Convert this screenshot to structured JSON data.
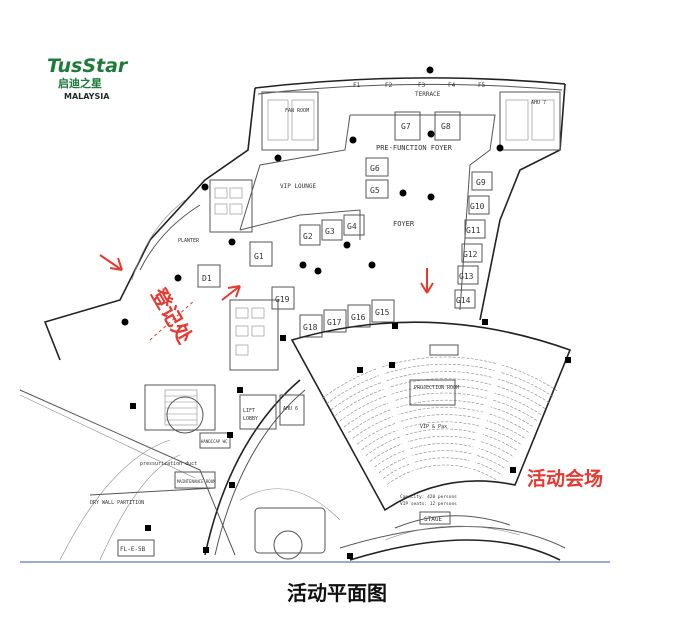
{
  "logo": {
    "brand": "TusStar",
    "chinese": "启迪之星",
    "country": "MALAYSIA",
    "color": "#1f7a3a"
  },
  "caption": "活动平面图",
  "annotations": {
    "registration": "登记处",
    "event_venue": "活动会场",
    "color": "#e8382f"
  },
  "rooms": {
    "fan_room": "FAN ROOM",
    "terrace": "TERRACE",
    "pre_function_foyer": "PRE-FUNCTION FOYER",
    "vip_lounge": "VIP LOUNGE",
    "foyer": "FOYER",
    "ahu_top": "AHU 7",
    "ahu_mid": "AHU 6",
    "lobby": "LOBBY",
    "lift": "LIFT",
    "stage": "STAGE",
    "projection": "PROJECTION ROOM",
    "dry_wall": "DRY WALL PARTITION",
    "maintenance": "MAINTENANCE ROOM",
    "handicap": "HANDICAP WC",
    "pressurization": "pressurization duct",
    "fl_label": "FL-E-5B",
    "vip_row": "VIP & Pax",
    "capacity": "Capacity: 420 persons",
    "vip_seats": "VIP seats: 12 persons",
    "planter": "PLANTER"
  },
  "booths": {
    "f": [
      "F1",
      "F2",
      "F3",
      "F4",
      "F5"
    ],
    "g_top": [
      "G7",
      "G8"
    ],
    "g_left": [
      "G6",
      "G5"
    ],
    "g_row_mid": [
      "G2",
      "G3",
      "G4"
    ],
    "g_right": [
      "G9",
      "G10",
      "G11",
      "G12",
      "G13",
      "G14"
    ],
    "g_row_low": [
      "G18",
      "G17",
      "G16",
      "G15"
    ],
    "g1": "G1",
    "g19": "G19",
    "d1": "D1"
  }
}
